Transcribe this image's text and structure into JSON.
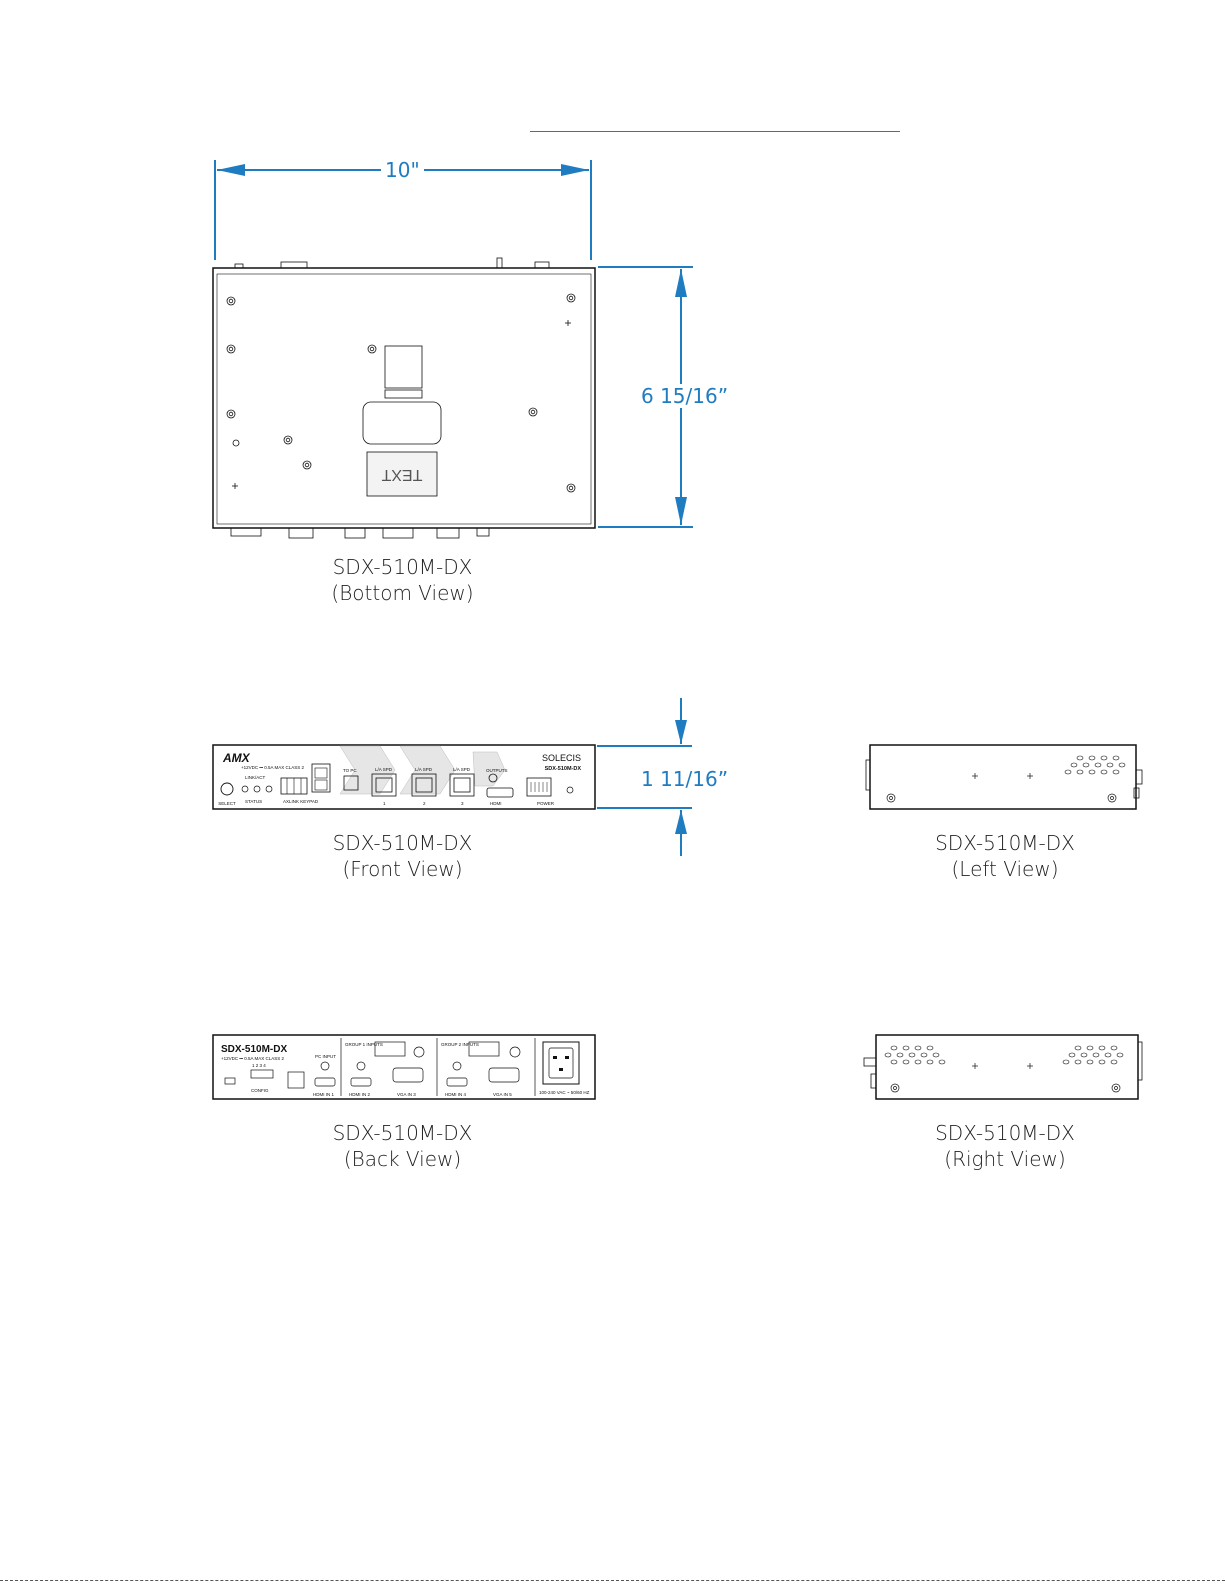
{
  "page": {
    "header_link_underline": true
  },
  "colors": {
    "dimension": "#1f7cc1",
    "line": "#111111"
  },
  "dimensions": {
    "width": "10\"",
    "depth": "6 15/16”",
    "height": "1 11/16”"
  },
  "views": {
    "bottom": {
      "model": "SDX-510M-DX",
      "label": "(Bottom View)"
    },
    "front": {
      "model": "SDX-510M-DX",
      "label": "(Front View)"
    },
    "left": {
      "model": "SDX-510M-DX",
      "label": "(Left View)"
    },
    "back": {
      "model": "SDX-510M-DX",
      "label": "(Back View)"
    },
    "right": {
      "model": "SDX-510M-DX",
      "label": "(Right View)"
    }
  },
  "panel_text": {
    "front": {
      "brand": "AMX",
      "series": "SOLECIS",
      "model": "SDX-510M-DX",
      "select": "SELECT",
      "status": "STATUS",
      "link_act": "LINK/ACT",
      "keypad": "AXLINK KEYPAD",
      "to_pc": "TO PC",
      "outputs": "OUTPUTS",
      "hdmi": "HDMI",
      "power": "POWER"
    },
    "back": {
      "model": "SDX-510M-DX",
      "config": "CONFIG",
      "pc_input": "PC INPUT",
      "group1": "GROUP 1 INPUTS",
      "group2": "GROUP 2 INPUTS",
      "hdmi_in_1": "HDMI IN 1",
      "hdmi_in_2": "HDMI IN 2",
      "vga_in_3": "VGA IN 3",
      "hdmi_in_4": "HDMI IN 4",
      "vga_in_5": "VGA IN 5"
    }
  }
}
